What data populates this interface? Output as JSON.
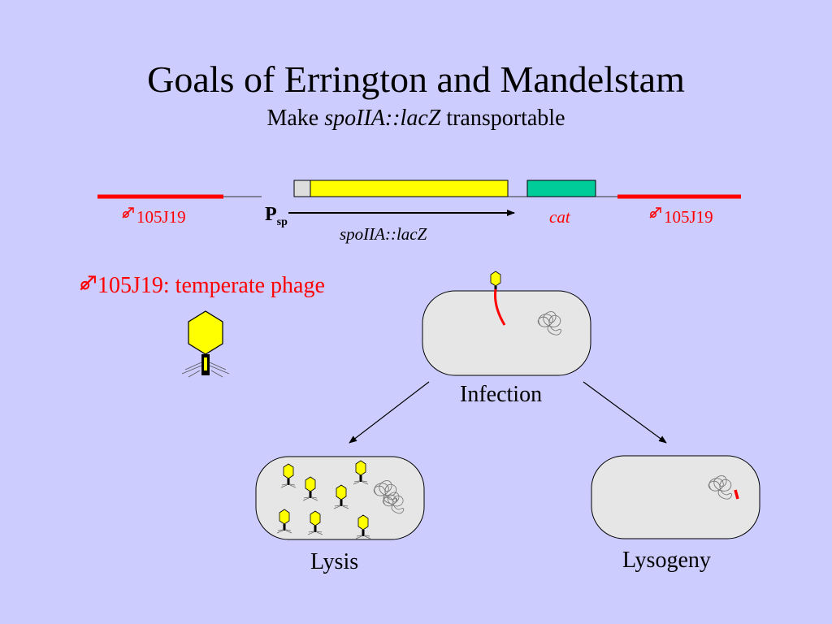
{
  "slide": {
    "title": "Goals of Errington and Mandelstam",
    "subtitle": {
      "prefix": "Make ",
      "italic": "spoIIA::lacZ",
      "suffix": " transportable"
    }
  },
  "construct": {
    "left_arm_label": "105J19",
    "right_arm_label": "105J19",
    "promoter_label": "P",
    "promoter_subscript": "sp",
    "gene_label": "spoIIA::lacZ",
    "marker_label": "cat"
  },
  "phage_note": {
    "text": "105J19: temperate phage"
  },
  "pathway": {
    "infection_label": "Infection",
    "lysis_label": "Lysis",
    "lysogeny_label": "Lysogeny"
  },
  "colors": {
    "background": "#CCCCFF",
    "phage_dna": "#FF0000",
    "lacZ": "#FFFF00",
    "cat": "#00CC99",
    "cell": "#E6E6E6",
    "phage_head": "#FFFF00"
  },
  "icons": {
    "phage_symbol": "phi-symbol"
  }
}
